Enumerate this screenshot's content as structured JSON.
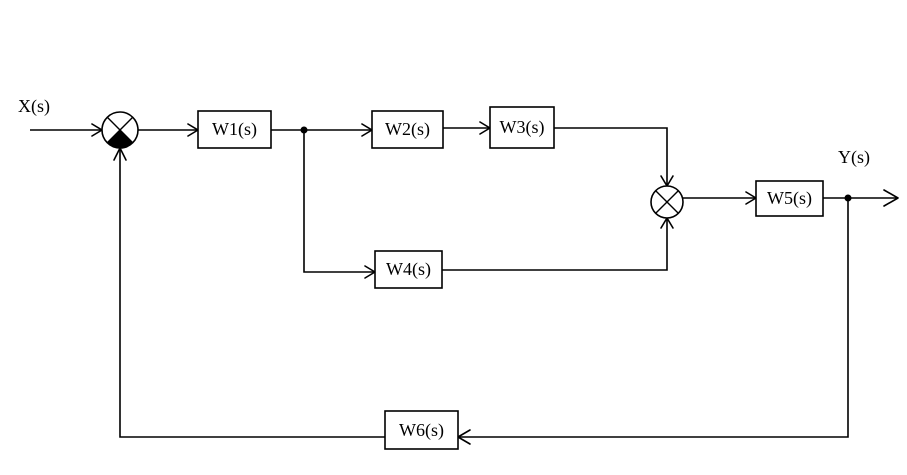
{
  "signals": {
    "input": "X(s)",
    "output": "Y(s)"
  },
  "blocks": {
    "w1": "W1(s)",
    "w2": "W2(s)",
    "w3": "W3(s)",
    "w4": "W4(s)",
    "w5": "W5(s)",
    "w6": "W6(s)"
  }
}
